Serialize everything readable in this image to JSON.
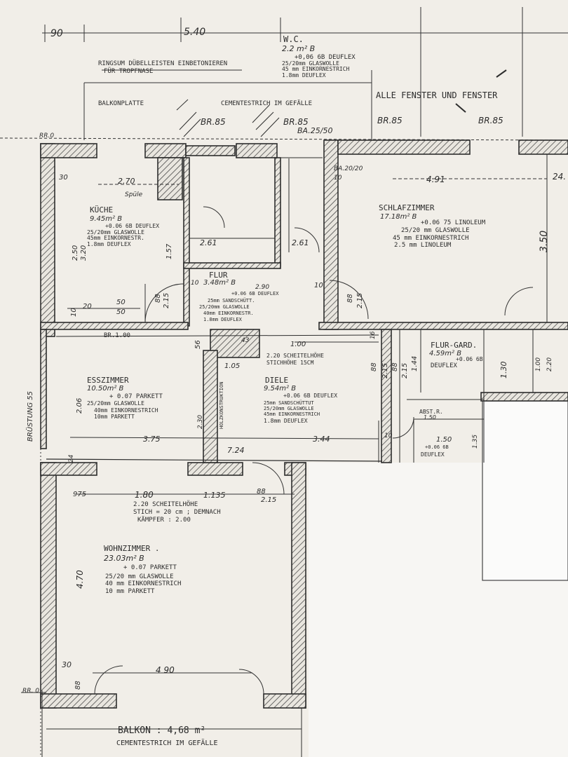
{
  "top": {
    "dim_90": "90",
    "dim_540": "5.40",
    "ringsum": "RINGSUM DÜBELLEISTEN EINBETONIEREN",
    "fuer_tropfnase": "FÜR TROPFNASE",
    "balkonplatte": "BALKONPLATTE",
    "cementestrich_gefaelle": "CEMENTESTRICH IM GEFÄLLE",
    "br85_a": "BR.85",
    "br85_b": "BR.85",
    "br85_c": "BR.85",
    "br85_d": "BR.85",
    "ba25_50": "BA.25/50",
    "alle_fenster": "ALLE    FENSTER  UND   FENSTER",
    "rr0_top": "RR.0"
  },
  "wc": {
    "name": "W.C.",
    "area": "2.2 m² B",
    "floor_level": "+0,06 6B DEUFLEX",
    "layer1": "25/20mm GLASWOLLE",
    "layer2": "45 mm EINKORNESTRICH",
    "layer3": "1.8mm DEUFLEX"
  },
  "kueche": {
    "name": "KÜCHE",
    "area": "9.45m² B",
    "floor_level": "+0.06 6B DEUFLEX",
    "layer1": "25/20mm GLASWOLLE",
    "layer2": "45mm EINKORNESTR.",
    "layer3": "1.8mm DEUFLEX",
    "dim_270": "2.70",
    "spuele": "Spüle",
    "dim_30": "30",
    "dim_250": "2.50",
    "dim_320": "3.20",
    "dim_50a": "50",
    "dim_50b": "50",
    "dim_20": "20",
    "dim_10": "10",
    "dim_88": "88",
    "dim_215": "2.15",
    "dim_261": "2.61",
    "dim_157": "1.57",
    "br100": "BR.1.00"
  },
  "flur": {
    "name": "FLUR",
    "area": "3.48m² B",
    "floor_level": "+0.06 6B DEUFLEX",
    "layer0": "25mm SANDSCHÜTT.",
    "layer1": "25/20mm GLASWOLLE",
    "layer2": "40mm EINKORNESTR.",
    "layer3": "1.8mm DEUFLEX",
    "dim_10": "10",
    "dim_261": "2.61",
    "dim_290": "2.90",
    "dim_10b": "10",
    "dim_88": "88",
    "dim_215": "2.15"
  },
  "schlafzimmer": {
    "name": "SCHLAFZIMMER",
    "area": "17.18m² B",
    "floor_level": "+0.06 75 LINOLEUM",
    "layer1": "25/20 mm GLASWOLLE",
    "layer2": "45 mm EINKORNESTRICH",
    "layer3": "2.5 mm LINOLEUM",
    "dim_491": "4.91",
    "dim_24": "24.",
    "dim_350": "3.50",
    "ba20_20": "BA.20/20",
    "dim_10": "10"
  },
  "flurgard": {
    "name": "FLUR-GARD.",
    "area": "4.59m² B",
    "floor_level": "+0.06 6B",
    "layer": "DEUFLEX",
    "dim_130": "1.30",
    "dim_144": "1.44",
    "dim_88": "88",
    "dim_215": "2.15",
    "dim_100": "1.00",
    "dim_220": "2.20",
    "dim_16": "16",
    "abst": "ABST.R.",
    "abst2": "1.50",
    "dim_150": "1.50",
    "floor2": "+0.06 6B",
    "deuflex2": "DEUFLEX",
    "dim_135": "1.35",
    "dim_10": "10"
  },
  "esszimmer": {
    "name": "ESSZIMMER",
    "area": "10.50m² B",
    "floor_level": "+ 0.07 PARKETT",
    "layer1": "25/20mm GLASWOLLE",
    "layer2": "40mm EINKORNESTRICH",
    "layer3": "10mm PARKETT",
    "dim_206": "2.06",
    "dim_375": "3.75",
    "dim_230": "2.30",
    "dim_724": "7.24",
    "dim_24": "24",
    "bruestung": "BRÜSTUNG 55",
    "holzkonstruktion": "HOLZKONSTRUKTION"
  },
  "diele": {
    "name": "DIELE",
    "area": "9.54m² B",
    "floor_level": "+0.06 6B DEUFLEX",
    "layer0": "25mm SANDSCHÜTTUT",
    "layer1": "25/20mm GLASWOLLE",
    "layer2": "45mm EINKORNESTRICH",
    "layer3": "1.8mm DEUFLEX",
    "dim_100": "1.00",
    "scheitelhoehe": "2.20 SCHEITELHÖHE",
    "stichhoehe": "STICHHÖHE 15CM",
    "dim_105": "1.05",
    "dim_344": "3.44",
    "dim_88": "88",
    "dim_215": "2.15",
    "dim_56": "56",
    "dim_43": "43"
  },
  "wohnzimmer": {
    "name": "WOHNZIMMER .",
    "area": "23.03m² B",
    "floor_level": "+ 0.07 PARKETT",
    "layer1": "25/20 mm GLASWOLLE",
    "layer2": "40 mm EINKORNESTRICH",
    "layer3": "10 mm PARKETT",
    "dim_975": "975",
    "dim_180": "1.80",
    "dim_113": "1.135",
    "dim_88": "88",
    "dim_215": "2.15",
    "scheitel": "2.20 SCHEITELHÖHE",
    "stich": "STICH = 20 cm ; DEMNACH",
    "kaempfer": "KÄMPFER : 2.00",
    "dim_470": "4.70",
    "dim_490": "4 90",
    "dim_30": "30",
    "dim_88b": "88",
    "rr0": "RR. 0"
  },
  "balkon": {
    "name": "BALKON : 4,68 m²",
    "floor": "CEMENTESTRICH  IM GEFÄLLE"
  }
}
